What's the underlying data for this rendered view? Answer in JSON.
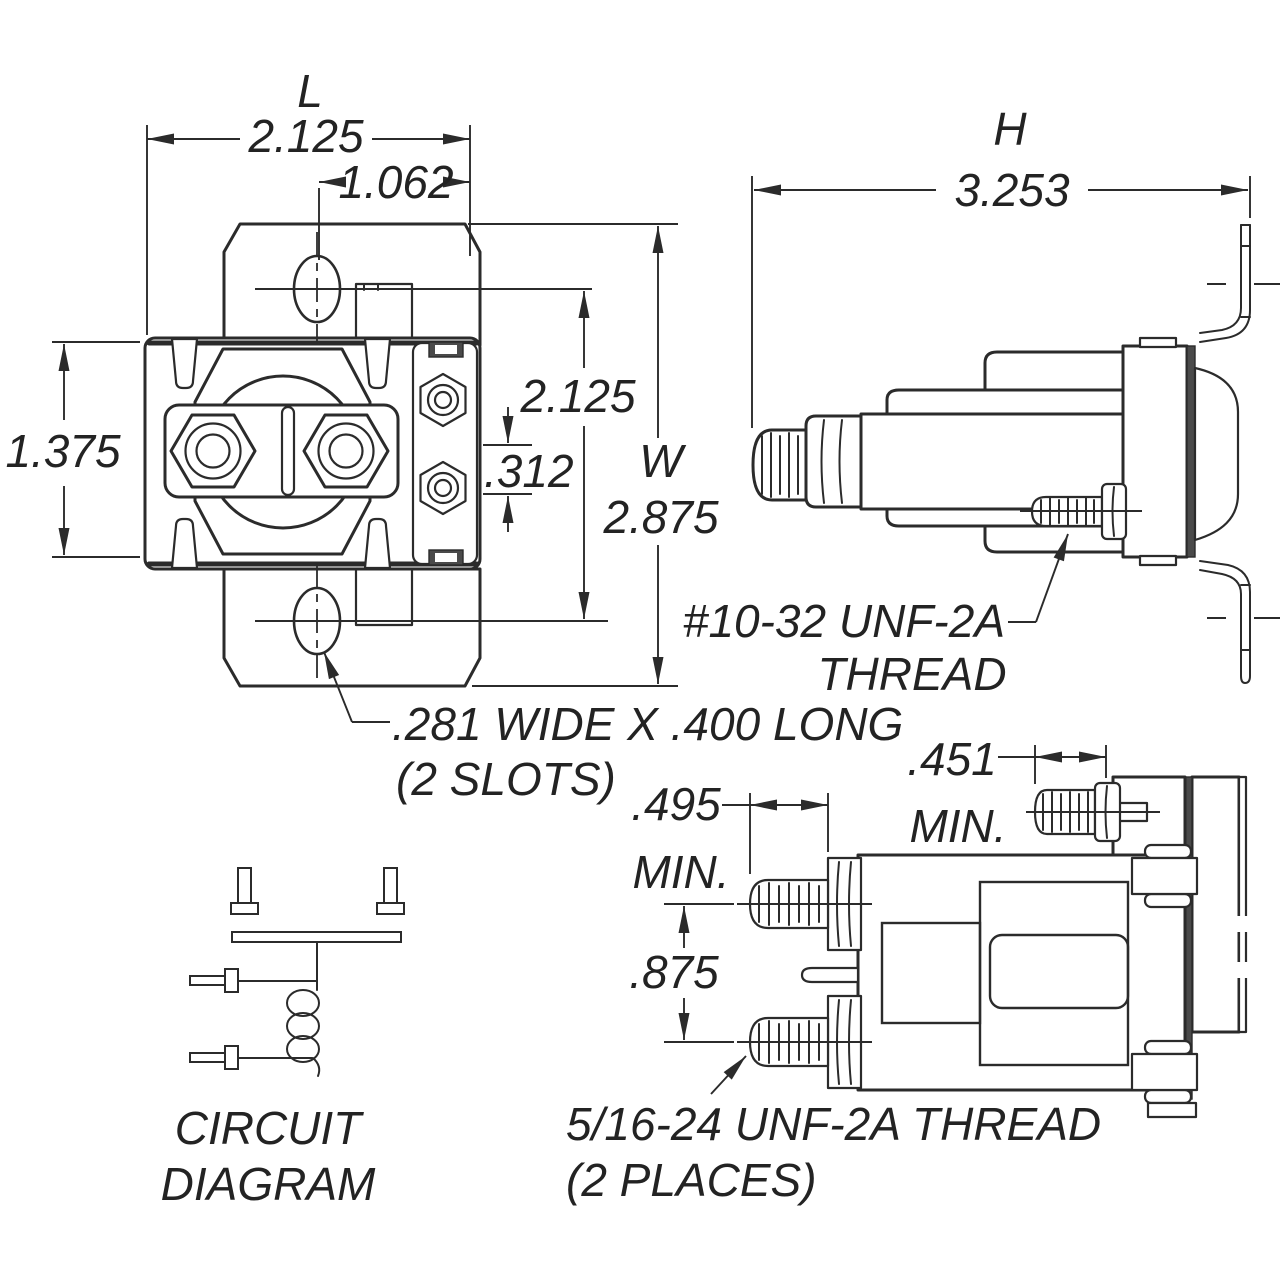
{
  "drawing": {
    "kind": "technical-dimension-drawing",
    "colors": {
      "line": "#2b2b2b",
      "background": "#ffffff",
      "plate_edge": "#4a4a4a"
    },
    "front": {
      "dim_l_letter": "L",
      "dim_l": "2.125",
      "dim_slot_offset": "1.062",
      "dim_body_height": "1.375",
      "dim_slot_span": "2.125",
      "dim_aux_gap": ".312",
      "dim_w_letter": "W",
      "dim_w": "2.875",
      "note_slots_1": ".281 WIDE X .400 LONG",
      "note_slots_2": "(2 SLOTS)"
    },
    "side": {
      "dim_h_letter": "H",
      "dim_h": "3.253",
      "note_thread_1": "#10-32 UNF-2A",
      "note_thread_2": "THREAD"
    },
    "top": {
      "dim_thread_len_left": ".495",
      "dim_thread_len_left_suffix": "MIN.",
      "dim_thread_len_small": ".451",
      "dim_thread_len_small_suffix": "MIN.",
      "dim_stud_spacing": ".875",
      "note_thread_1": "5/16-24 UNF-2A THREAD",
      "note_thread_2": "(2 PLACES)"
    },
    "circuit": {
      "caption_1": "CIRCUIT",
      "caption_2": "DIAGRAM"
    }
  }
}
